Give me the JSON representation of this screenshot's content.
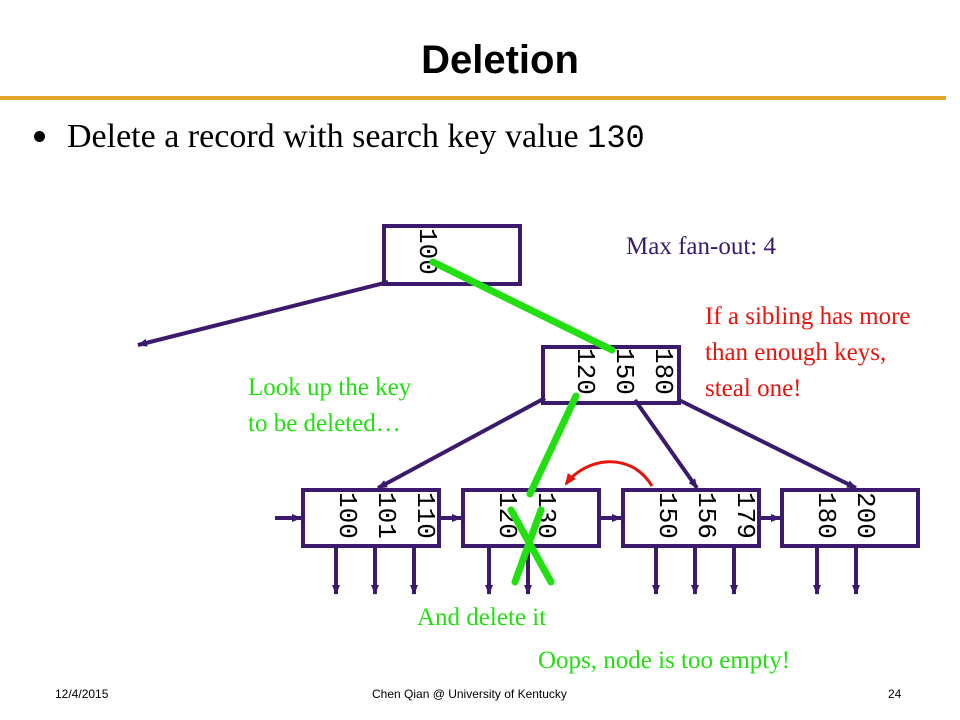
{
  "slide": {
    "title": "Deletion",
    "bullet_text": "Delete a record with search key value ",
    "bullet_key": "130"
  },
  "colors": {
    "accent_rule": "#e3a82b",
    "node_border": "#3b1a6e",
    "arrow": "#3b1a6e",
    "highlight": "#22e010",
    "alert": "#e8140c"
  },
  "tree": {
    "root_keys": [
      "100"
    ],
    "internal_keys": [
      "120",
      "150",
      "180"
    ],
    "leaves": [
      {
        "keys": [
          "100",
          "101",
          "110"
        ]
      },
      {
        "keys": [
          "120",
          "130"
        ]
      },
      {
        "keys": [
          "150",
          "156",
          "179"
        ]
      },
      {
        "keys": [
          "180",
          "200"
        ]
      }
    ]
  },
  "annotations": {
    "fanout": "Max fan-out: 4",
    "lookup_line1": "Look up the key",
    "lookup_line2": "to be deleted…",
    "steal_line1": "If a sibling has more",
    "steal_line2": "than enough keys,",
    "steal_line3": "steal one!",
    "delete_it": "And delete it",
    "oops": "Oops, node is too empty!"
  },
  "footer": {
    "date": "12/4/2015",
    "author": "Chen Qian @ University of Kentucky",
    "page": "24"
  }
}
